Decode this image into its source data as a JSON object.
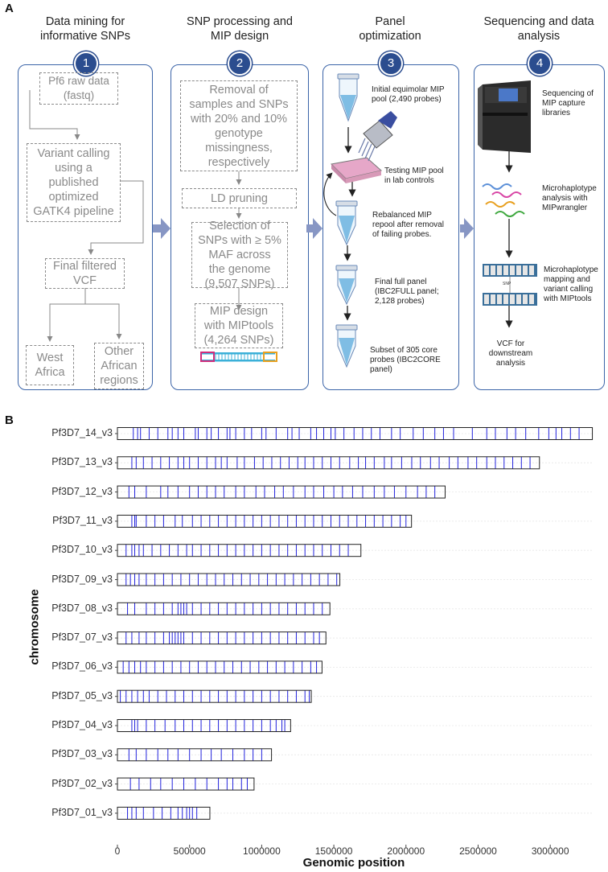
{
  "panel_a": {
    "letter": "A",
    "columns": [
      {
        "number": "1",
        "title_lines": [
          "Data mining for",
          "informative SNPs"
        ]
      },
      {
        "number": "2",
        "title_lines": [
          "SNP processing and",
          "MIP design"
        ]
      },
      {
        "number": "3",
        "title_lines": [
          "Panel",
          "optimization"
        ]
      },
      {
        "number": "4",
        "title_lines": [
          "Sequencing and data",
          "analysis"
        ]
      }
    ],
    "col1": {
      "raw": [
        "Pf6 raw data",
        "(fastq)"
      ],
      "calling": [
        "Variant calling",
        "using a",
        "published",
        "optimized",
        "GATK4 pipeline"
      ],
      "final": [
        "Final filtered",
        "VCF"
      ],
      "west": [
        "West",
        "Africa"
      ],
      "other": [
        "Other",
        "African",
        "regions"
      ]
    },
    "col2": {
      "removal": [
        "Removal of",
        "samples and SNPs",
        "with 20% and 10%",
        "genotype",
        "missingness,",
        "respectively"
      ],
      "ld": "LD pruning",
      "selection": [
        "Selection of",
        "SNPs with ≥ 5%",
        "MAF across",
        "the genome",
        "(9,507 SNPs)"
      ],
      "mip": [
        "MIP design",
        "with MIPtools",
        "(4,264 SNPs)"
      ]
    },
    "col3": {
      "initial": [
        "Initial equimolar MIP",
        "pool (2,490 probes)"
      ],
      "testing": [
        "Testing MIP pool",
        "in lab controls"
      ],
      "rebalanced": [
        "Rebalanced MIP",
        "repool after removal",
        "of  failing probes."
      ],
      "final": [
        "Final full panel",
        "(IBC2FULL panel;",
        "2,128 probes)"
      ],
      "subset": [
        "Subset of 305 core",
        "probes (IBC2CORE",
        "panel)"
      ]
    },
    "col4": {
      "seq": [
        "Sequencing of",
        "MIP capture",
        "libraries"
      ],
      "micro1": [
        "Microhaplotype",
        "analysis with",
        "MIPwrangler"
      ],
      "micro2": [
        "Microhaplotype",
        "mapping and",
        "variant calling",
        "with MIPtools"
      ],
      "snp_label": "SNP",
      "vcf": [
        "VCF for",
        "downstream",
        "analysis"
      ]
    },
    "colors": {
      "card_border": "#3b64a8",
      "badge": "#2b4d8f",
      "arrow": "#8796c4",
      "dashed_text": "#8a8a8a"
    }
  },
  "panel_b": {
    "letter": "B",
    "ylabel": "chromosome",
    "xlabel": "Genomic position",
    "x_tick_labels": [
      "0",
      "500000",
      "1000000",
      "1500000",
      "2000000",
      "2500000",
      "3000000"
    ]
  },
  "chart_data": {
    "type": "bar",
    "title": "",
    "xlabel": "Genomic position",
    "ylabel": "chromosome",
    "xlim": [
      0,
      3300000
    ],
    "x_ticks": [
      0,
      500000,
      1000000,
      1500000,
      2000000,
      2500000,
      3000000
    ],
    "categories": [
      "Pf3D7_14_v3",
      "Pf3D7_13_v3",
      "Pf3D7_12_v3",
      "Pf3D7_11_v3",
      "Pf3D7_10_v3",
      "Pf3D7_09_v3",
      "Pf3D7_08_v3",
      "Pf3D7_07_v3",
      "Pf3D7_06_v3",
      "Pf3D7_05_v3",
      "Pf3D7_04_v3",
      "Pf3D7_03_v3",
      "Pf3D7_02_v3",
      "Pf3D7_01_v3"
    ],
    "values": [
      3291936,
      2925236,
      2271494,
      2038340,
      1687656,
      1541735,
      1472805,
      1445207,
      1418242,
      1343557,
      1200490,
      1067971,
      947102,
      640851
    ],
    "snp_color": "#2222dd",
    "snp_positions": {
      "Pf3D7_14_v3": [
        110000,
        140000,
        160000,
        220000,
        280000,
        350000,
        380000,
        420000,
        460000,
        540000,
        560000,
        620000,
        650000,
        700000,
        760000,
        780000,
        820000,
        880000,
        930000,
        1000000,
        1030000,
        1100000,
        1180000,
        1210000,
        1260000,
        1340000,
        1380000,
        1430000,
        1480000,
        1510000,
        1570000,
        1640000,
        1700000,
        1760000,
        1820000,
        1900000,
        1960000,
        2050000,
        2120000,
        2200000,
        2260000,
        2330000,
        2460000,
        2560000,
        2620000,
        2700000,
        2760000,
        2830000,
        2920000,
        2990000,
        3040000,
        3080000,
        3140000,
        3200000
      ],
      "Pf3D7_13_v3": [
        100000,
        130000,
        180000,
        240000,
        300000,
        360000,
        420000,
        460000,
        500000,
        560000,
        620000,
        680000,
        720000,
        760000,
        830000,
        880000,
        950000,
        1010000,
        1070000,
        1130000,
        1190000,
        1250000,
        1300000,
        1360000,
        1420000,
        1480000,
        1540000,
        1610000,
        1670000,
        1720000,
        1780000,
        1850000,
        1900000,
        1970000,
        2040000,
        2100000,
        2170000,
        2230000,
        2300000,
        2360000,
        2430000,
        2490000,
        2560000,
        2620000,
        2680000,
        2740000,
        2800000,
        2860000
      ],
      "Pf3D7_12_v3": [
        80000,
        120000,
        200000,
        300000,
        350000,
        420000,
        500000,
        560000,
        620000,
        680000,
        740000,
        820000,
        880000,
        960000,
        1020000,
        1090000,
        1150000,
        1220000,
        1300000,
        1360000,
        1430000,
        1500000,
        1560000,
        1630000,
        1700000,
        1780000,
        1850000,
        1920000,
        2000000,
        2080000,
        2140000,
        2200000
      ],
      "Pf3D7_11_v3": [
        100000,
        120000,
        130000,
        200000,
        260000,
        320000,
        400000,
        450000,
        520000,
        580000,
        640000,
        700000,
        760000,
        820000,
        880000,
        940000,
        1000000,
        1060000,
        1120000,
        1180000,
        1240000,
        1300000,
        1360000,
        1420000,
        1480000,
        1540000,
        1600000,
        1660000,
        1720000,
        1780000,
        1840000,
        1900000,
        1960000,
        2000000
      ],
      "Pf3D7_10_v3": [
        60000,
        100000,
        120000,
        150000,
        180000,
        240000,
        300000,
        360000,
        420000,
        480000,
        520000,
        580000,
        640000,
        700000,
        760000,
        820000,
        880000,
        940000,
        1000000,
        1060000,
        1120000,
        1180000,
        1240000,
        1300000,
        1360000,
        1420000,
        1480000,
        1540000,
        1600000
      ],
      "Pf3D7_09_v3": [
        60000,
        90000,
        120000,
        150000,
        200000,
        260000,
        320000,
        380000,
        440000,
        500000,
        560000,
        620000,
        680000,
        740000,
        800000,
        860000,
        920000,
        980000,
        1040000,
        1100000,
        1160000,
        1220000,
        1280000,
        1340000,
        1400000,
        1460000,
        1520000
      ],
      "Pf3D7_08_v3": [
        70000,
        120000,
        200000,
        260000,
        320000,
        380000,
        420000,
        440000,
        460000,
        480000,
        520000,
        580000,
        640000,
        700000,
        760000,
        820000,
        880000,
        940000,
        1000000,
        1060000,
        1120000,
        1180000,
        1240000,
        1300000,
        1360000,
        1420000
      ],
      "Pf3D7_07_v3": [
        60000,
        100000,
        150000,
        200000,
        260000,
        320000,
        360000,
        380000,
        400000,
        420000,
        440000,
        460000,
        520000,
        580000,
        640000,
        700000,
        760000,
        820000,
        880000,
        940000,
        1000000,
        1060000,
        1120000,
        1180000,
        1240000,
        1300000,
        1360000,
        1400000
      ],
      "Pf3D7_06_v3": [
        40000,
        80000,
        120000,
        160000,
        200000,
        260000,
        320000,
        380000,
        440000,
        500000,
        560000,
        620000,
        680000,
        740000,
        800000,
        860000,
        920000,
        980000,
        1040000,
        1100000,
        1160000,
        1220000,
        1280000,
        1340000,
        1380000
      ],
      "Pf3D7_05_v3": [
        20000,
        60000,
        100000,
        140000,
        180000,
        220000,
        280000,
        340000,
        400000,
        460000,
        520000,
        580000,
        640000,
        700000,
        760000,
        820000,
        880000,
        940000,
        1000000,
        1060000,
        1120000,
        1180000,
        1240000,
        1300000,
        1330000
      ],
      "Pf3D7_04_v3": [
        100000,
        120000,
        140000,
        200000,
        260000,
        330000,
        400000,
        460000,
        520000,
        580000,
        640000,
        700000,
        760000,
        820000,
        880000,
        940000,
        1000000,
        1060000,
        1100000,
        1140000,
        1160000
      ],
      "Pf3D7_03_v3": [
        80000,
        130000,
        200000,
        280000,
        350000,
        420000,
        500000,
        580000,
        650000,
        720000,
        800000,
        880000,
        940000,
        1000000
      ],
      "Pf3D7_02_v3": [
        90000,
        150000,
        230000,
        300000,
        380000,
        460000,
        540000,
        620000,
        700000,
        760000,
        800000,
        860000,
        900000
      ],
      "Pf3D7_01_v3": [
        70000,
        100000,
        130000,
        180000,
        250000,
        310000,
        370000,
        420000,
        450000,
        480000,
        500000,
        520000,
        550000
      ]
    }
  }
}
